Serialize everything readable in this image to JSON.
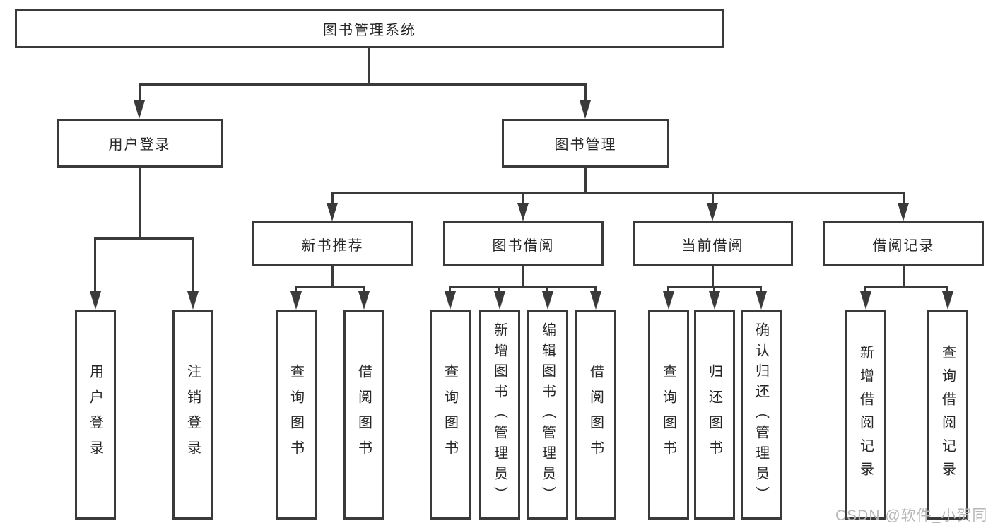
{
  "tree": {
    "root_label": "图书管理系统",
    "level2": [
      {
        "label": "用户登录"
      },
      {
        "label": "图书管理"
      }
    ],
    "level3": [
      {
        "label": "新书推荐"
      },
      {
        "label": "图书借阅"
      },
      {
        "label": "当前借阅"
      },
      {
        "label": "借阅记录"
      }
    ],
    "leaves": {
      "user_login": [
        {
          "label": "用户登录"
        },
        {
          "label": "注销登录"
        }
      ],
      "new_book_recommend": [
        {
          "label": "查询图书"
        },
        {
          "label": "借阅图书"
        }
      ],
      "book_borrow": [
        {
          "label": "查询图书"
        },
        {
          "label": "新增图书（管理员）"
        },
        {
          "label": "编辑图书（管理员）"
        },
        {
          "label": "借阅图书"
        }
      ],
      "current_borrow": [
        {
          "label": "查询图书"
        },
        {
          "label": "归还图书"
        },
        {
          "label": "确认归还（管理员）"
        }
      ],
      "borrow_record": [
        {
          "label": "新增借阅记录"
        },
        {
          "label": "查询借阅记录"
        }
      ]
    }
  },
  "watermark": {
    "text": "CSDN @软件_小贺同学"
  },
  "colors": {
    "line": "#3a3a3a",
    "box_border": "#3a3a3a",
    "text": "#262626",
    "watermark": "#b7b7b7",
    "background": "#ffffff"
  }
}
